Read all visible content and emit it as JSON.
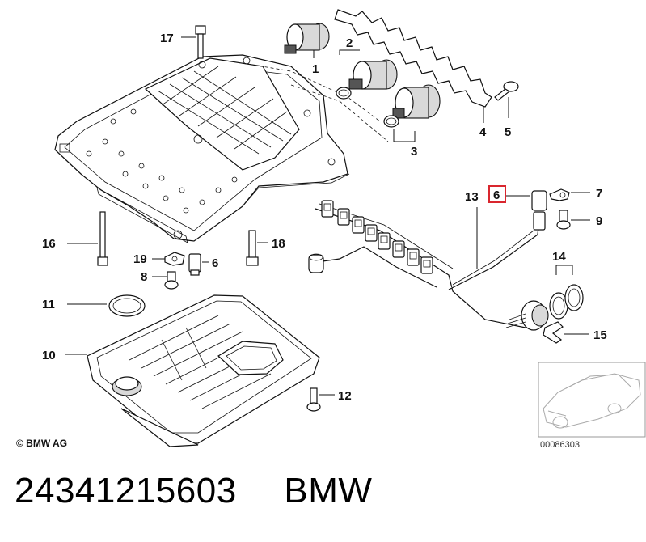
{
  "callouts": {
    "c1": "1",
    "c2": "2",
    "c3": "3",
    "c4": "4",
    "c5": "5",
    "c6_highlight": "6",
    "c6": "6",
    "c7": "7",
    "c8": "8",
    "c9": "9",
    "c10": "10",
    "c11": "11",
    "c12": "12",
    "c13": "13",
    "c14": "14",
    "c15": "15",
    "c16": "16",
    "c17": "17",
    "c18": "18",
    "c19": "19"
  },
  "copyright": "© BMW AG",
  "diagram_ref": "00086303",
  "footer": {
    "part_number": "24341215603",
    "brand": "BMW"
  },
  "colors": {
    "highlight": "#d9262e",
    "ink": "#111111"
  }
}
